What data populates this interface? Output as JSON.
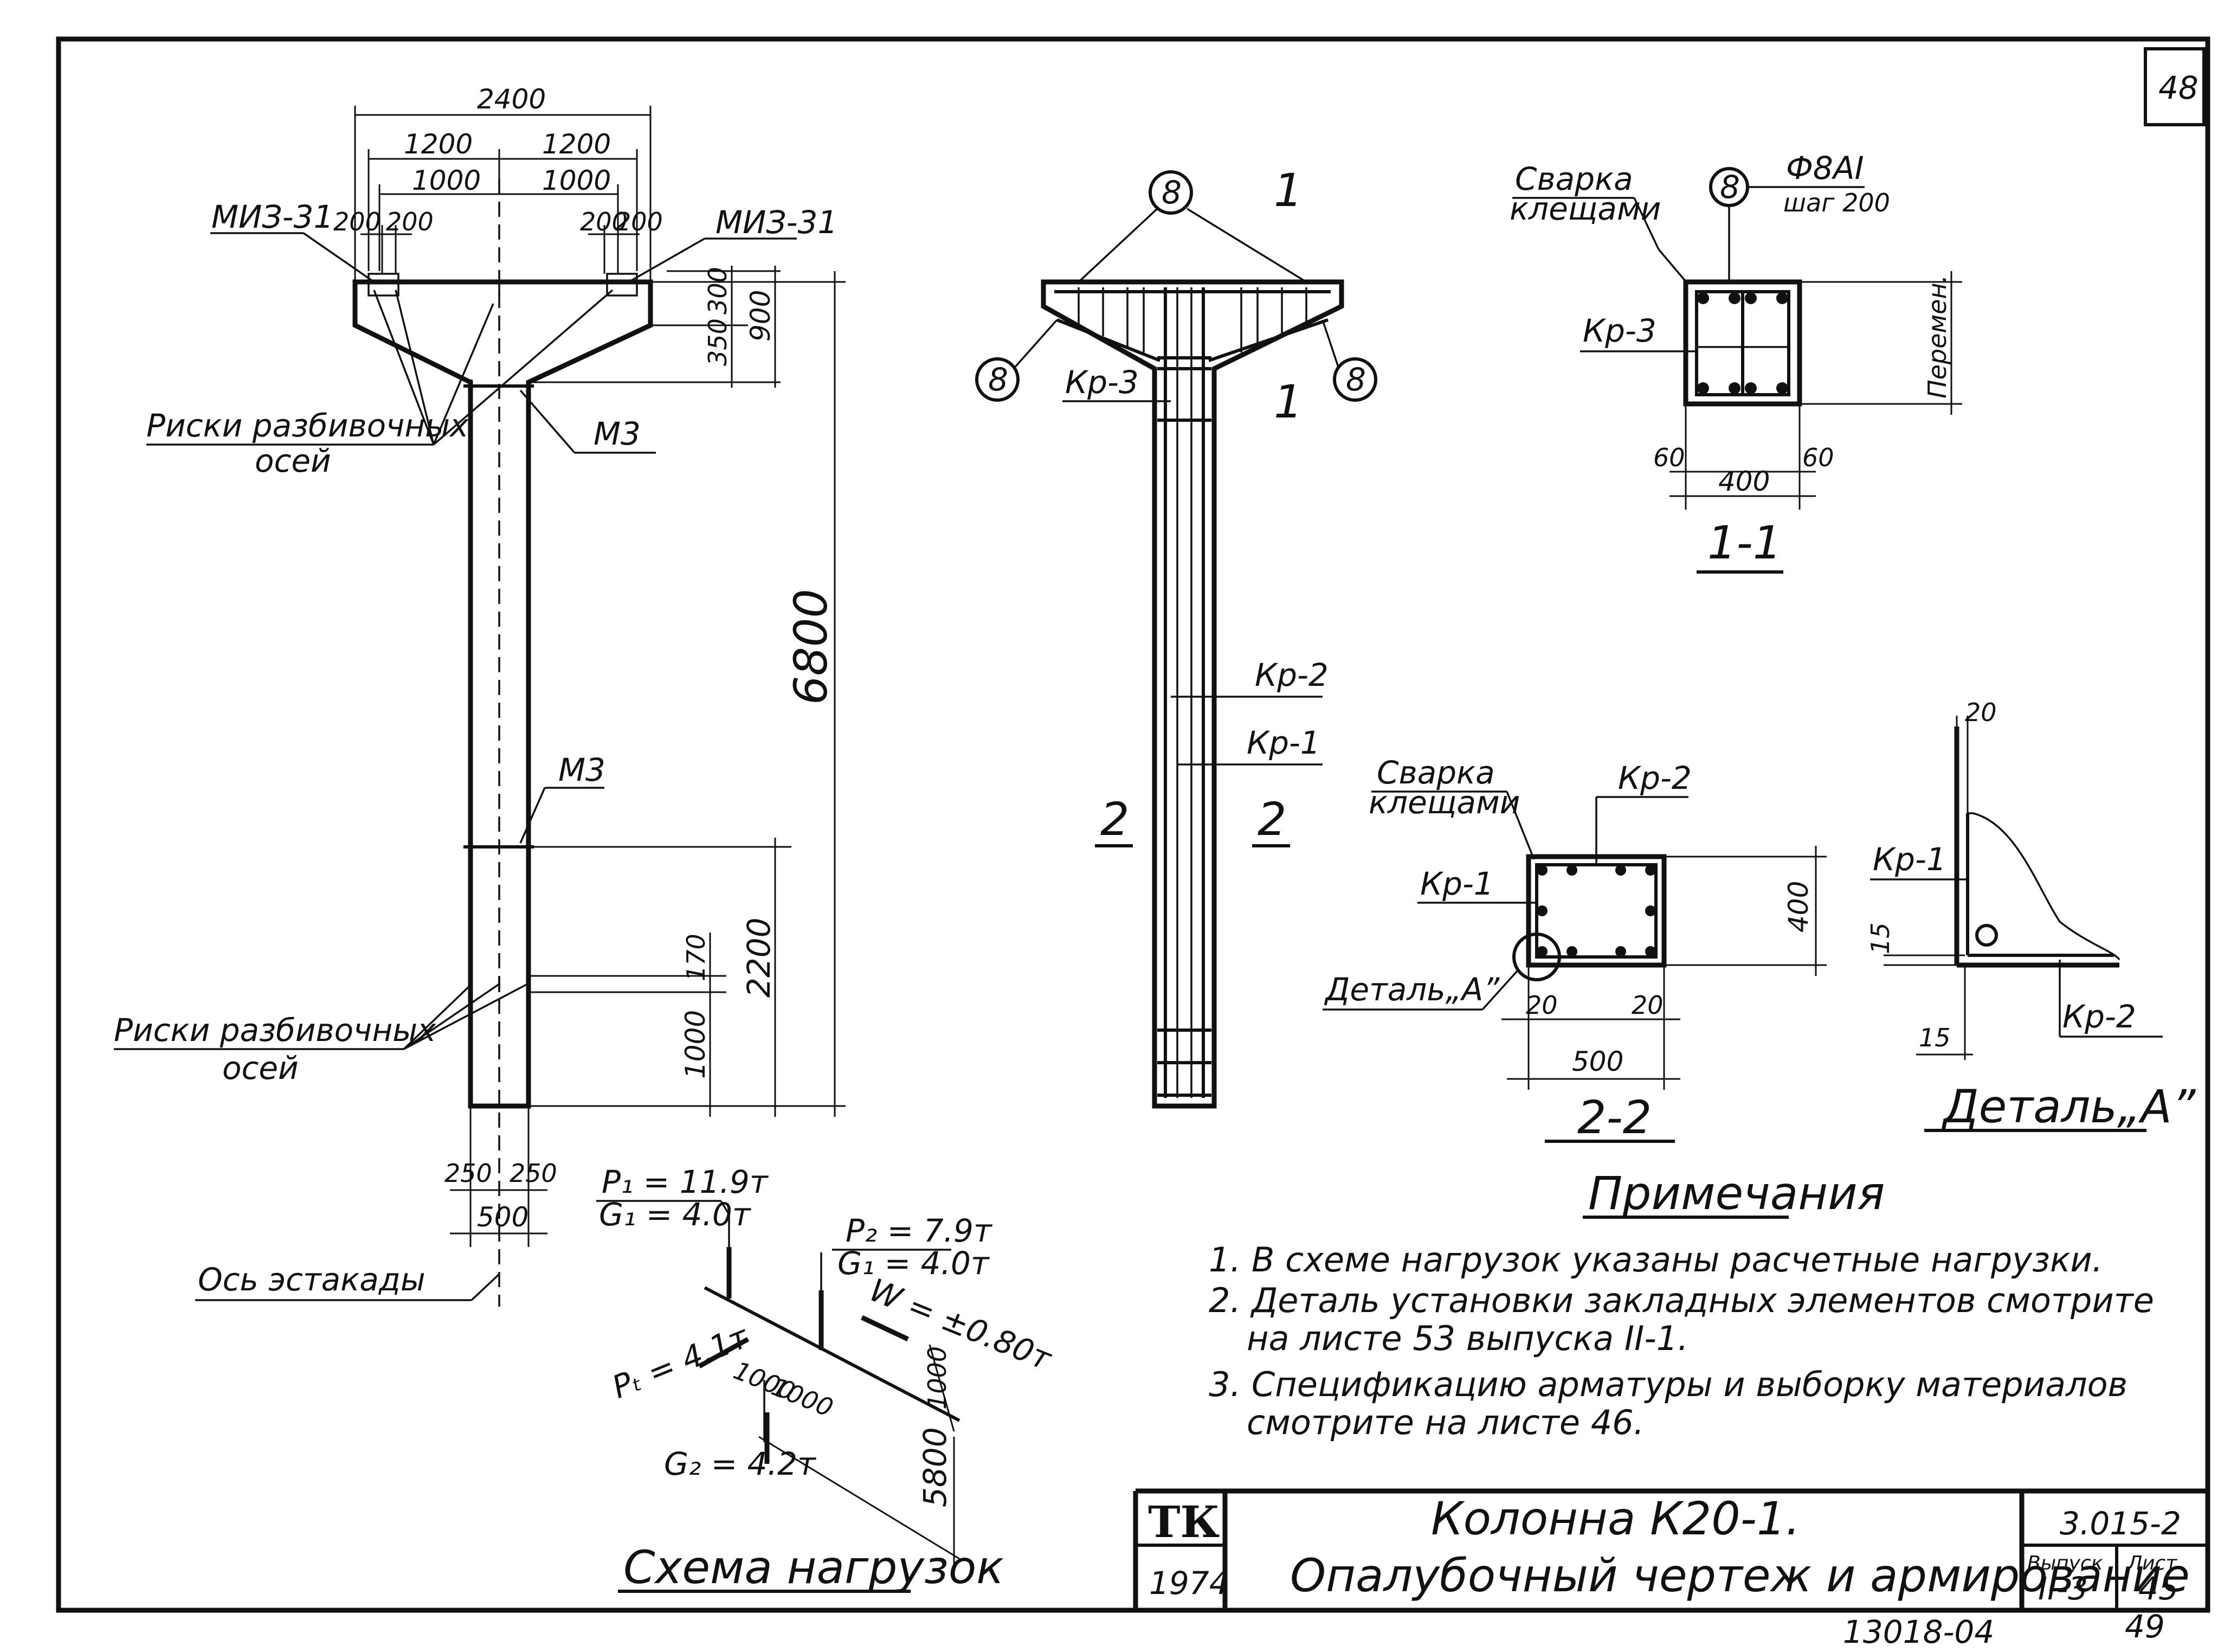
{
  "sheet_number": "48",
  "facade": {
    "dim_total": "2400",
    "dim_half_left": "1200",
    "dim_half_right": "1200",
    "dim_inner_left": "1000",
    "dim_inner_right": "1000",
    "dim_small_1": "200",
    "dim_small_2": "200",
    "dim_small_3": "200",
    "dim_small_4": "200",
    "mark_left": "МИЗ-31",
    "mark_right": "МИЗ-31",
    "dim_350": "350",
    "dim_300": "300",
    "dim_900": "900",
    "dim_6800": "6800",
    "dim_2200": "2200",
    "dim_1000": "1000",
    "dim_170": "170",
    "risks_top_line1": "Риски разбивочных",
    "risks_top_line2": "осей",
    "m3_top": "М3",
    "m3_mid": "М3",
    "risks_bottom_line1": "Риски разбивочных",
    "risks_bottom_line2": "осей",
    "dim_250_left": "250",
    "dim_250_right": "250",
    "dim_500": "500",
    "axis_label": "Ось эстакады"
  },
  "rebar_view": {
    "pos_8": "8",
    "section_1_left": "1",
    "section_1_right": "1",
    "kp3": "Кр-3",
    "kp2": "Кр-2",
    "kp1": "Кр-1",
    "section_2_left": "2",
    "section_2_right": "2"
  },
  "section_11": {
    "welding_line1": "Сварка",
    "welding_line2": "клещами",
    "pos_8": "8",
    "rebar_spec": "Ф8АI",
    "step": "шаг 200",
    "kp3": "Кр-3",
    "variable": "Перемен.",
    "dim_60_left": "60",
    "dim_60_right": "60",
    "dim_400": "400",
    "title": "1-1"
  },
  "section_22": {
    "welding_line1": "Сварка",
    "welding_line2": "клещами",
    "kp2": "Кр-2",
    "kp1": "Кр-1",
    "detail_a": "Деталь„А”",
    "dim_400": "400",
    "dim_20_left": "20",
    "dim_20_right": "20",
    "dim_500": "500",
    "title": "2-2"
  },
  "detail_a": {
    "dim_20": "20",
    "kp1": "Кр-1",
    "dim_15_a": "15",
    "dim_15_b": "15",
    "kp2": "Кр-2",
    "title": "Деталь„А”"
  },
  "loads": {
    "p1": "P₁ = 11.9т",
    "g1_left": "G₁ = 4.0т",
    "p2": "P₂ = 7.9т",
    "g1_right": "G₁ = 4.0т",
    "w": "W = ±0.80т",
    "pt": "Pₜ = 4.1т",
    "dim_1000_a": "1000",
    "dim_1000_b": "1000",
    "dim_1000_c": "1000",
    "g2": "G₂ = 4.2т",
    "dim_5800": "5800",
    "title": "Схема нагрузок"
  },
  "notes": {
    "title": "Примечания",
    "n1": "1. В схеме нагрузок указаны расчетные нагрузки.",
    "n2a": "2. Деталь установки закладных элементов смотрите",
    "n2b": "на листе 53 выпуска II-1.",
    "n3a": "3. Спецификацию арматуры и выборку материалов",
    "n3b": "смотрите на листе 46."
  },
  "title_block": {
    "org": "ТК",
    "year": "1974",
    "title_line1": "Колонна К20-1.",
    "title_line2": "Опалубочный чертеж и армирование",
    "series": "3.015-2",
    "issue_label": "Выпуск",
    "issue": "II-3",
    "sheet_label": "Лист",
    "sheet": "45"
  },
  "footer": {
    "code": "13018-04",
    "page": "49"
  }
}
